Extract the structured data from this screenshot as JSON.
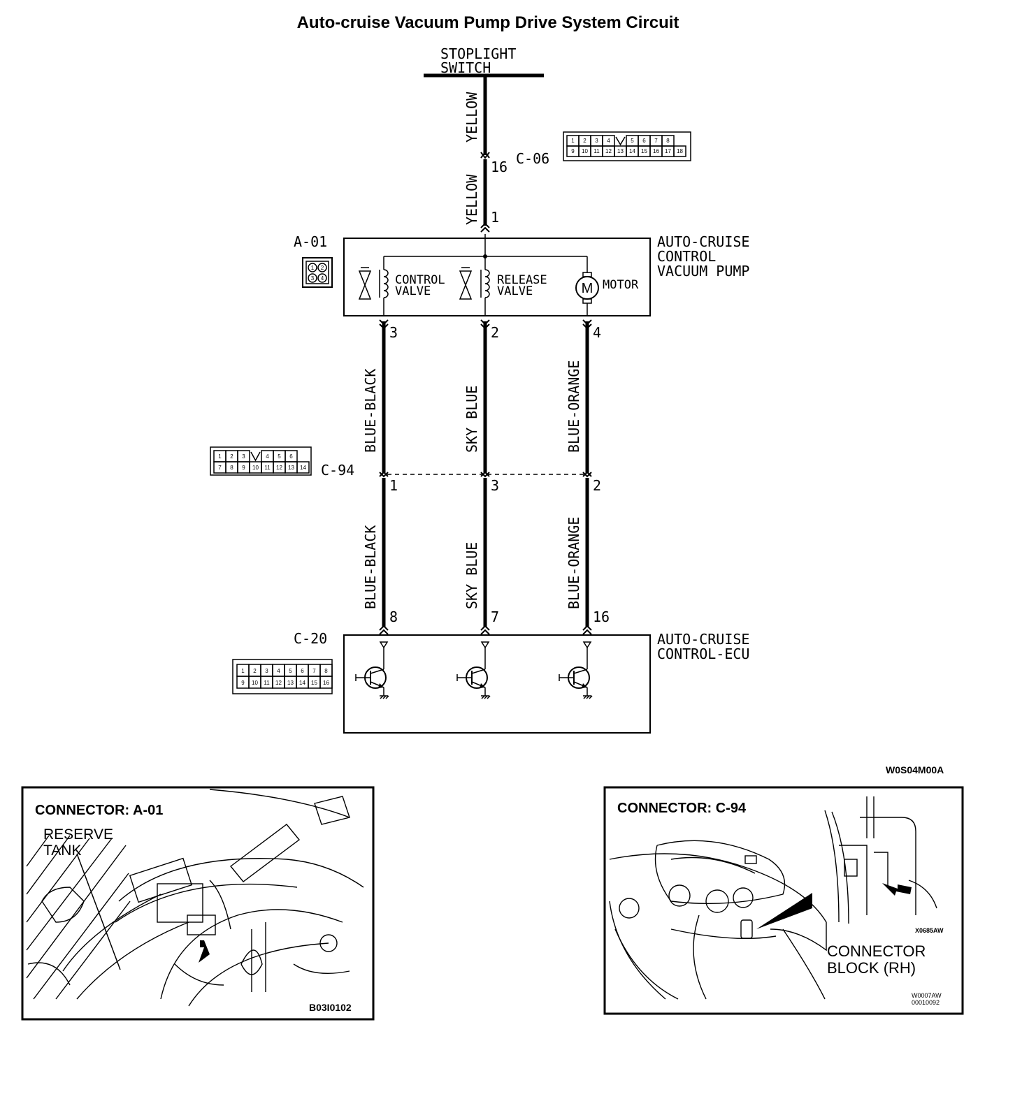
{
  "title": "Auto-cruise Vacuum Pump Drive System Circuit",
  "stoplight_switch": {
    "line1": "STOPLIGHT",
    "line2": "SWITCH"
  },
  "connectors": {
    "c06": {
      "label": "C-06",
      "pin": "16",
      "row1": [
        "1",
        "2",
        "3",
        "4",
        "5",
        "6",
        "7",
        "8"
      ],
      "row2": [
        "9",
        "10",
        "11",
        "12",
        "13",
        "14",
        "15",
        "16",
        "17",
        "18"
      ]
    },
    "a01": {
      "label": "A-01",
      "pins": [
        "1",
        "2",
        "3",
        "4"
      ]
    },
    "c94": {
      "label": "C-94",
      "row1": [
        "1",
        "2",
        "3",
        "4",
        "5",
        "6"
      ],
      "row2": [
        "7",
        "8",
        "9",
        "10",
        "11",
        "12",
        "13",
        "14"
      ]
    },
    "c20": {
      "label": "C-20",
      "row1": [
        "1",
        "2",
        "3",
        "4",
        "5",
        "6",
        "7",
        "8"
      ],
      "row2": [
        "9",
        "10",
        "11",
        "12",
        "13",
        "14",
        "15",
        "16"
      ]
    }
  },
  "wires": {
    "yellow_upper": "YELLOW",
    "yellow_lower": "YELLOW",
    "pump_in_pin": "1",
    "ctrl_upper": "BLUE-BLACK",
    "ctrl_lower": "BLUE-BLACK",
    "rel_upper": "SKY BLUE",
    "rel_lower": "SKY BLUE",
    "mot_upper": "BLUE-ORANGE",
    "mot_lower": "BLUE-ORANGE"
  },
  "pins": {
    "pump": [
      "3",
      "2",
      "4"
    ],
    "c94": [
      "1",
      "3",
      "2"
    ],
    "ecu": [
      "8",
      "7",
      "16"
    ]
  },
  "pump": {
    "name": [
      "AUTO-CRUISE",
      "CONTROL",
      "VACUUM PUMP"
    ],
    "control_valve": [
      "CONTROL",
      "VALVE"
    ],
    "release_valve": [
      "RELEASE",
      "VALVE"
    ],
    "motor": "MOTOR",
    "motor_symbol": "M"
  },
  "ecu": {
    "name": [
      "AUTO-CRUISE",
      "CONTROL-ECU"
    ]
  },
  "figure_code": "W0S04M00A",
  "panels": {
    "a01": {
      "heading": "CONNECTOR: A-01",
      "label": [
        "RESERVE",
        "TANK"
      ],
      "code": "B03I0102"
    },
    "c94": {
      "heading": "CONNECTOR: C-94",
      "label": [
        "CONNECTOR",
        "BLOCK (RH)"
      ],
      "inset_code": "X0685AW",
      "codes": [
        "W0007AW",
        "00010092"
      ]
    }
  }
}
